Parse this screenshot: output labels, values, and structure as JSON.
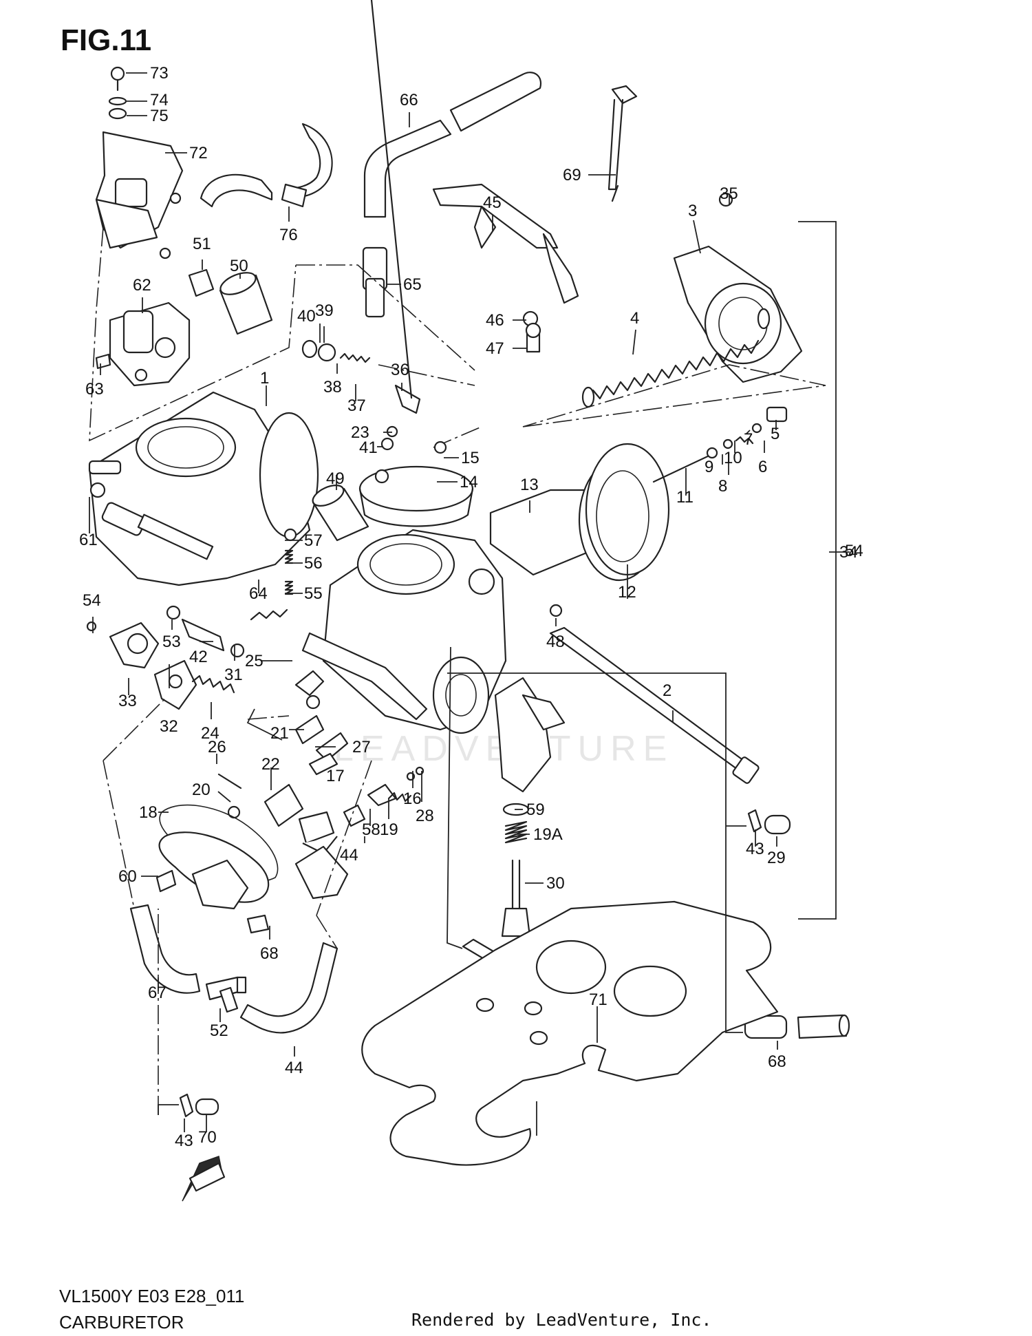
{
  "figure": {
    "title": "FIG.11",
    "model_code": "VL1500Y E03 E28_011",
    "section_name": "CARBURETOR",
    "render_credit": "Rendered by LeadVenture, Inc.",
    "watermark": "LEADVENTURE",
    "fwd_label": "FWD"
  },
  "callouts": [
    "73",
    "74",
    "75",
    "72",
    "51",
    "76",
    "66",
    "69",
    "45",
    "35",
    "3",
    "62",
    "50",
    "65",
    "40",
    "39",
    "46",
    "47",
    "4",
    "63",
    "38",
    "37",
    "36",
    "1",
    "23",
    "41",
    "15",
    "5",
    "7",
    "6",
    "10",
    "9",
    "8",
    "14",
    "13",
    "11",
    "61",
    "49",
    "57",
    "56",
    "64",
    "55",
    "12",
    "34",
    "54",
    "53",
    "42",
    "48",
    "2",
    "54",
    "31",
    "25",
    "33",
    "32",
    "24",
    "21",
    "27",
    "26",
    "22",
    "17",
    "16",
    "28",
    "20",
    "18",
    "19",
    "58",
    "59",
    "19A",
    "44",
    "43",
    "29",
    "60",
    "30",
    "68",
    "67",
    "52",
    "71",
    "68",
    "44",
    "43",
    "70"
  ],
  "colors": {
    "ink": "#222222",
    "background": "#ffffff"
  }
}
